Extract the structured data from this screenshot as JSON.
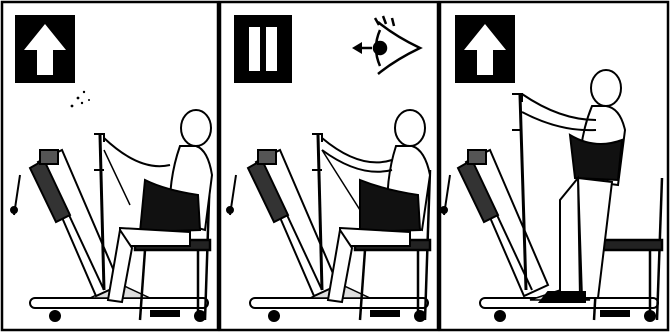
{
  "panels": [
    {
      "step": 1,
      "instruction_icon": "arrow-up-icon",
      "indicator": "sparkle-marks"
    },
    {
      "step": 2,
      "instruction_icon": "pause-icon",
      "indicator": "eye-icon"
    },
    {
      "step": 3,
      "instruction_icon": "arrow-up-icon"
    }
  ],
  "colors": {
    "ink": "#000000",
    "paper": "#ffffff",
    "strap": "#1a1a1a",
    "seat": "#222222"
  }
}
